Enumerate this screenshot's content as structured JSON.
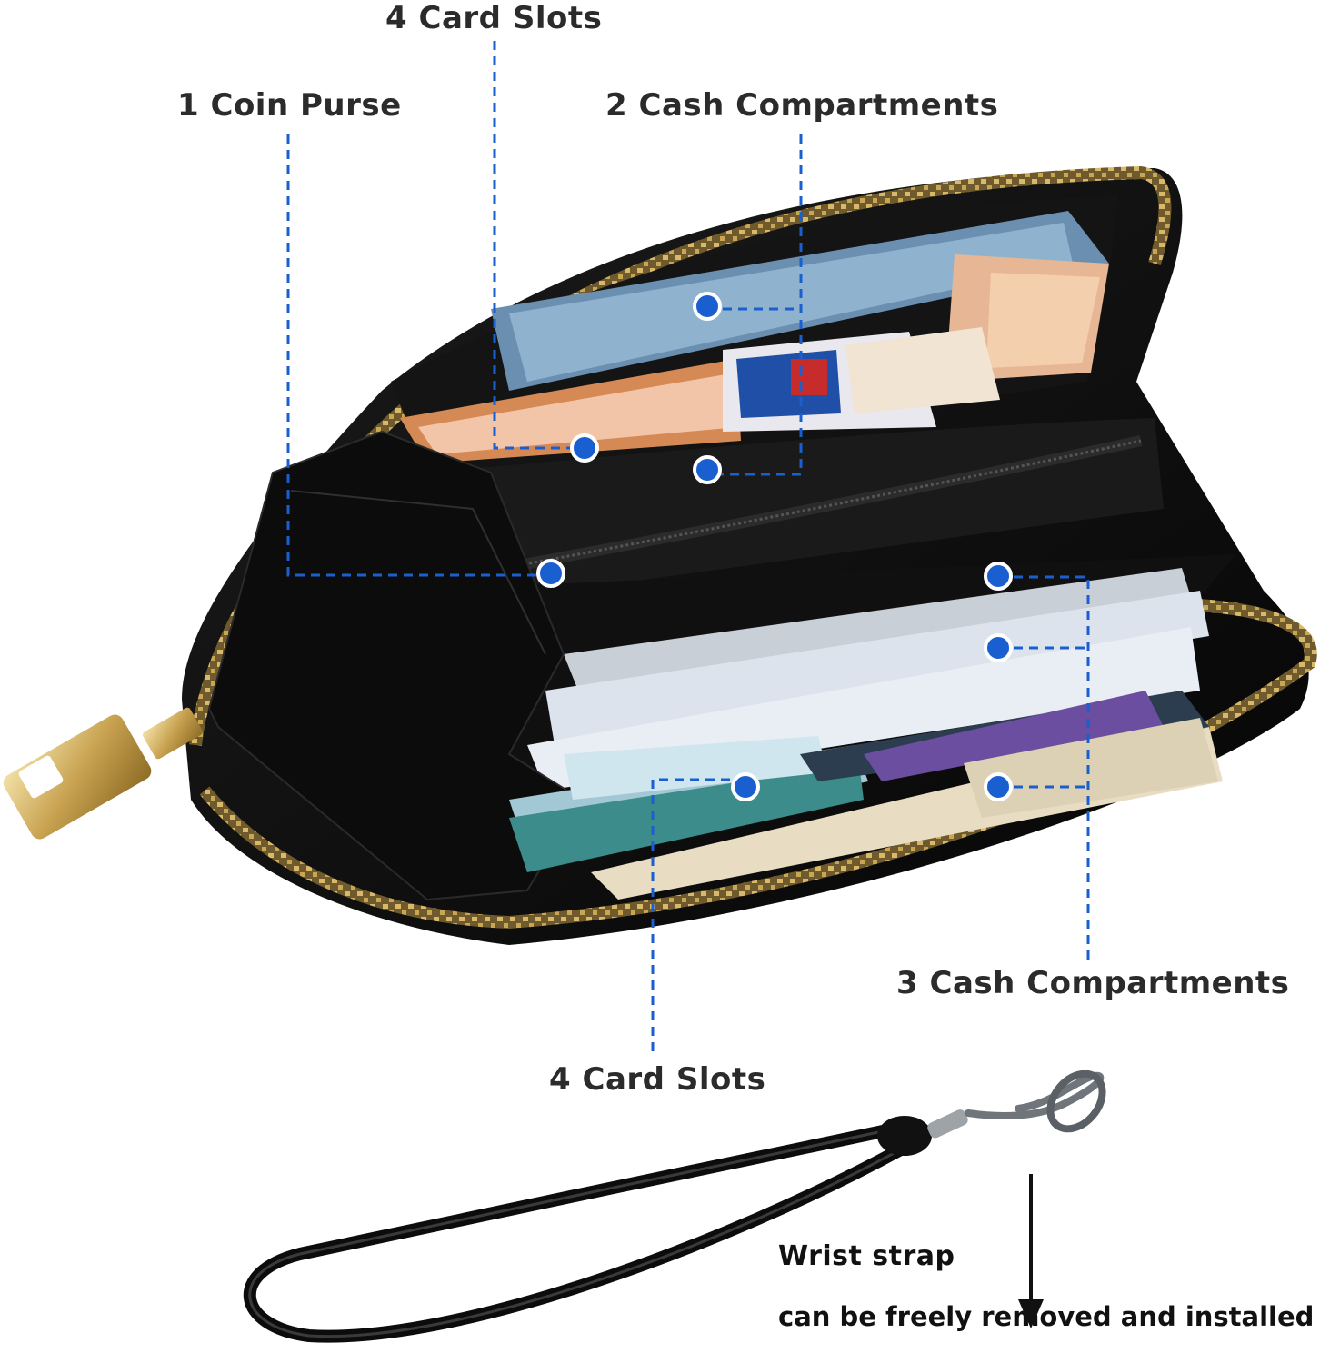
{
  "labels": {
    "top_card_slots": "4 Card Slots",
    "coin_purse": "1 Coin Purse",
    "two_cash": "2 Cash Compartments",
    "three_cash": "3 Cash Compartments",
    "bottom_card_slots": "4 Card Slots",
    "wrist_strap": "Wrist strap",
    "removable_note": "can be freely removed and installed"
  },
  "colors": {
    "leader_line": "#1a5fd0",
    "marker_dot": "#1a5fd0",
    "wallet_leather": "#0b0b0b",
    "zipper": "#b8974a",
    "label_text": "#2b2b2b"
  },
  "icons": [
    "down-arrow-icon",
    "clasp-hook-icon",
    "zipper-pull-icon"
  ]
}
